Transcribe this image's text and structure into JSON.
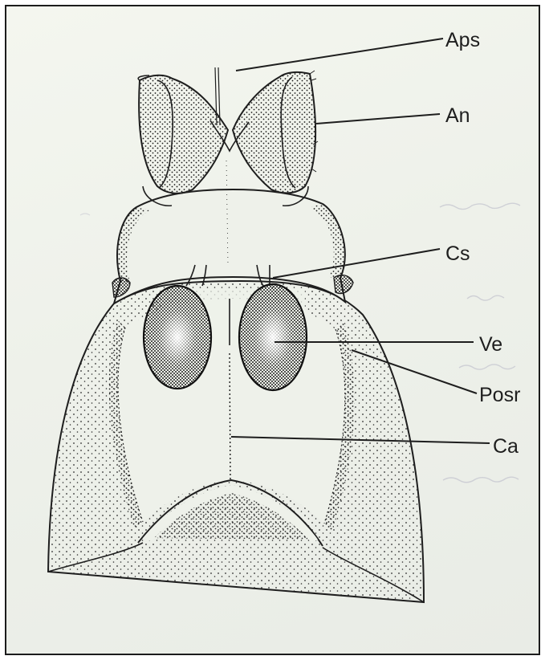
{
  "figure": {
    "labels": {
      "aps": "Aps",
      "an": "An",
      "cs": "Cs",
      "ve": "Ve",
      "posr": "Posr",
      "ca": "Ca"
    }
  },
  "colors": {
    "ink": "#1e1e1e",
    "paper": "#eef1ea",
    "bleed_through_ink": "#b9b9c4"
  }
}
